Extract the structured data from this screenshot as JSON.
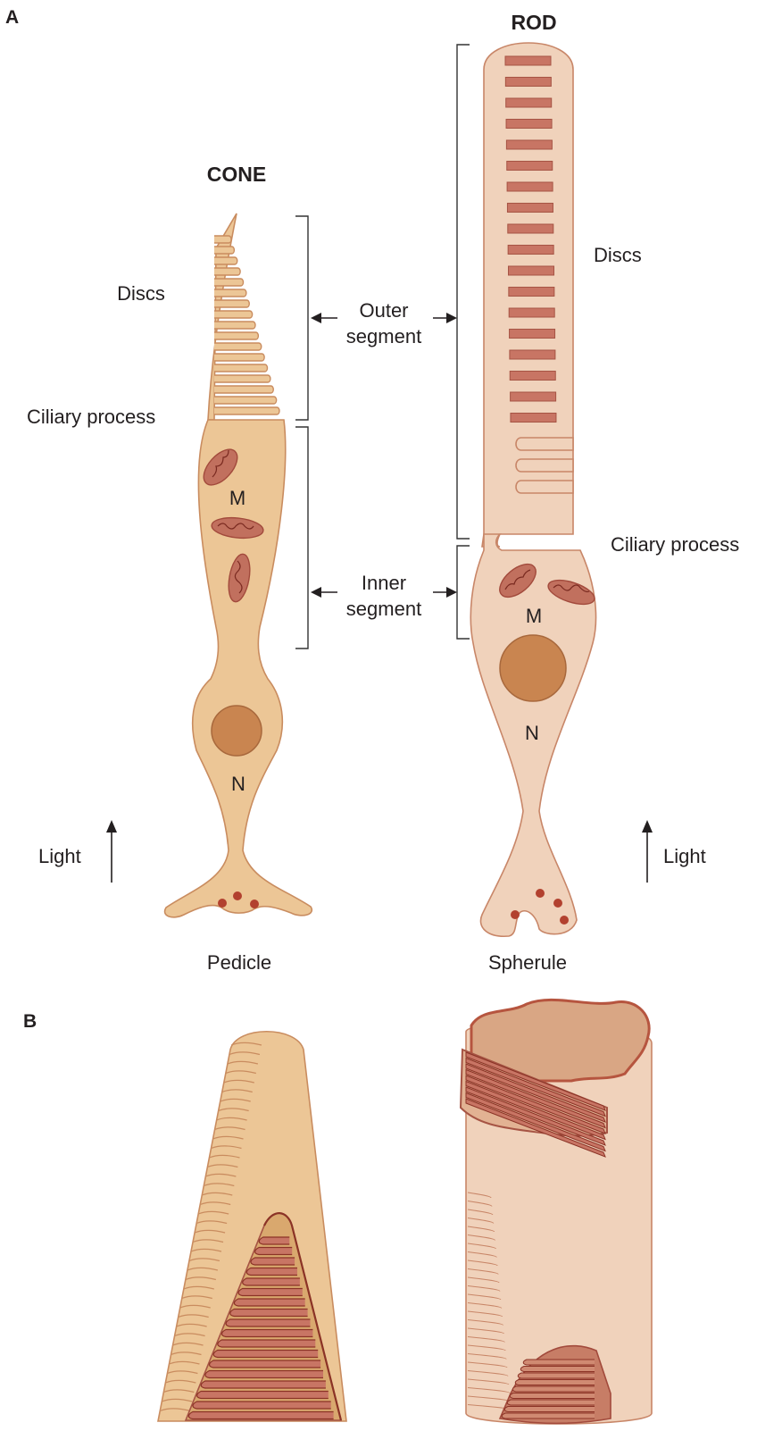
{
  "panels": {
    "a": "A",
    "b": "B"
  },
  "cone": {
    "title": "CONE",
    "discs": "Discs",
    "ciliary": "Ciliary process",
    "mito": "M",
    "nucleus": "N",
    "terminal": "Pedicle"
  },
  "rod": {
    "title": "ROD",
    "discs": "Discs",
    "ciliary": "Ciliary process",
    "mito": "M",
    "nucleus": "N",
    "terminal": "Spherule"
  },
  "shared": {
    "outer": [
      "Outer",
      "segment"
    ],
    "inner": [
      "Inner",
      "segment"
    ],
    "light": "Light"
  },
  "colors": {
    "cone_cytoplasm": "#ecc696",
    "rod_cytoplasm": "#f0d2bb",
    "disc": "#c87564",
    "mitochondria": "#c1705e",
    "nucleus": "#c98550"
  }
}
